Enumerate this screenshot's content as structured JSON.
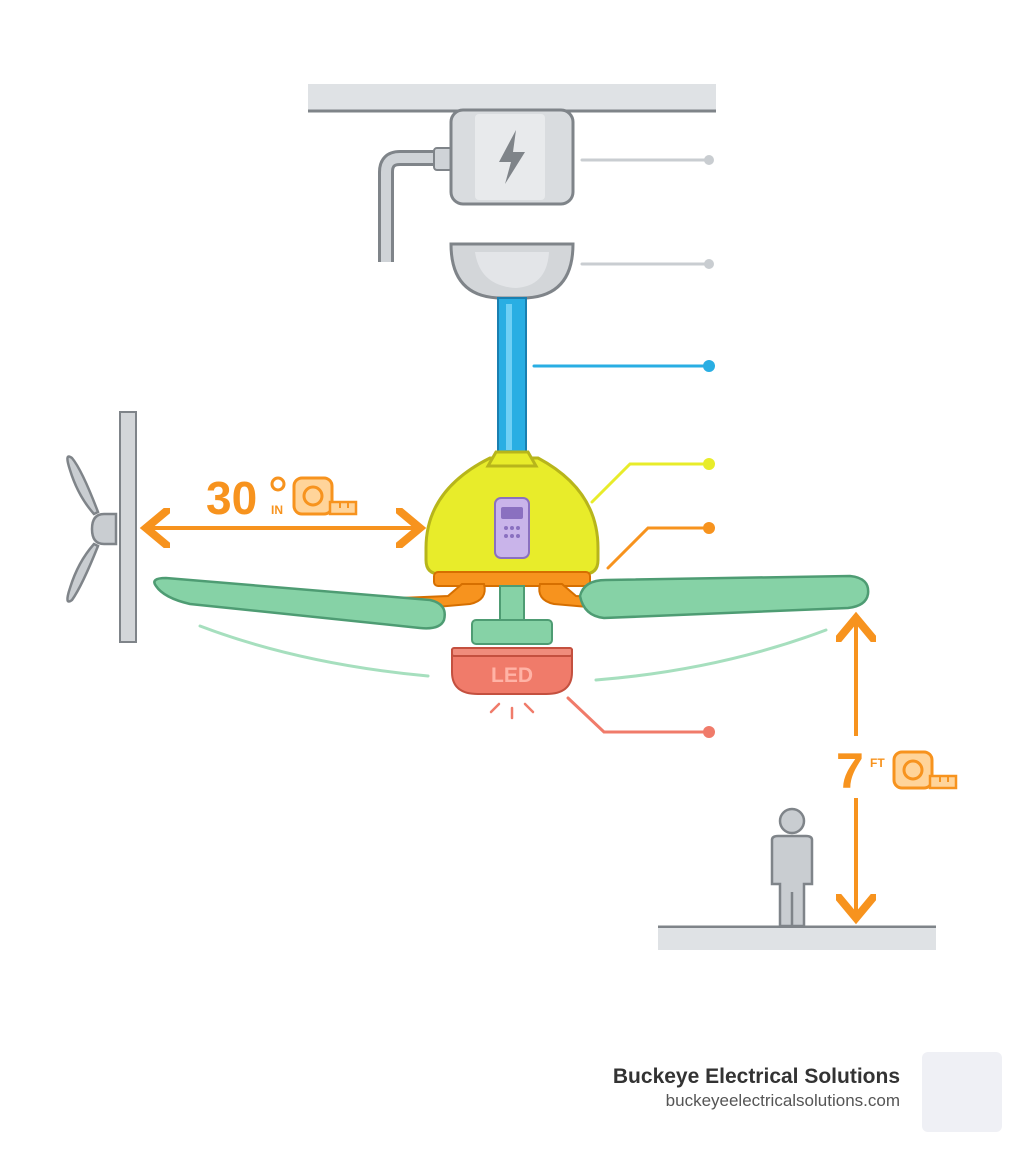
{
  "measurements": {
    "wall_clearance": {
      "value": "30",
      "unit": "IN"
    },
    "floor_clearance": {
      "value": "7",
      "unit": "FT"
    }
  },
  "light_kit": {
    "label": "LED"
  },
  "brand": {
    "name": "Buckeye Electrical Solutions",
    "url": "buckeyeelectricalsolutions.com"
  },
  "colors": {
    "orange": "#f7931e",
    "blue": "#29aee3",
    "yellow": "#e8ec2a",
    "green": "#86d2a6",
    "red": "#f07b6a",
    "gray": "#c9cdd1",
    "remote": "#c9b4ea"
  },
  "icons": [
    "lightning-icon",
    "tape-measure-icon",
    "person-icon",
    "wall-fan-icon",
    "robot-logo-icon"
  ]
}
